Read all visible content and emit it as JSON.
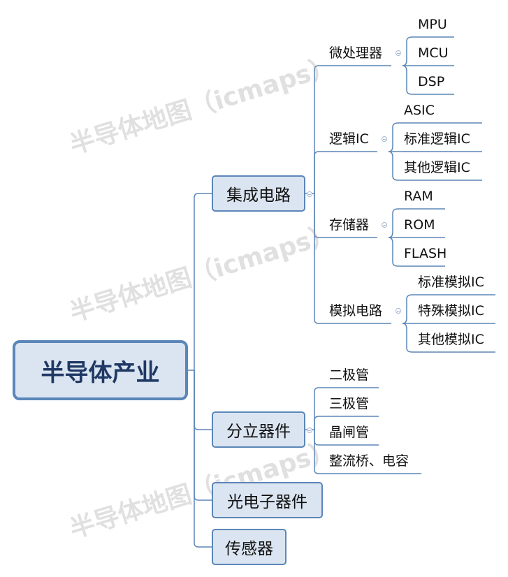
{
  "watermark": "半导体地图（icmaps）",
  "colors": {
    "node_fill": "#dbe5f1",
    "node_border": "#5b86b8",
    "connector": "#5b86b8"
  },
  "root": "半导体产业",
  "branches": [
    {
      "label": "集成电路",
      "children": [
        {
          "label": "微处理器",
          "children": [
            "MPU",
            "MCU",
            "DSP"
          ]
        },
        {
          "label": "逻辑IC",
          "children": [
            "ASIC",
            "标准逻辑IC",
            "其他逻辑IC"
          ]
        },
        {
          "label": "存储器",
          "children": [
            "RAM",
            "ROM",
            "FLASH"
          ]
        },
        {
          "label": "模拟电路",
          "children": [
            "标准模拟IC",
            "特殊模拟IC",
            "其他模拟IC"
          ]
        }
      ]
    },
    {
      "label": "分立器件",
      "children": [
        "二极管",
        "三极管",
        "晶闸管",
        "整流桥、电容"
      ]
    },
    {
      "label": "光电子器件"
    },
    {
      "label": "传感器"
    }
  ]
}
